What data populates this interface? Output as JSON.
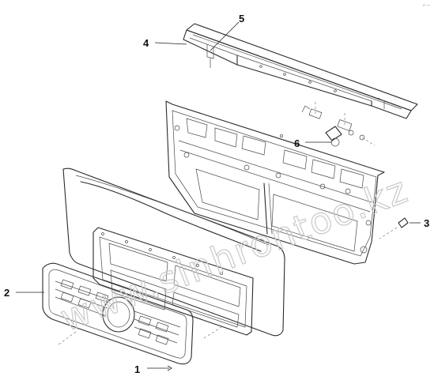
{
  "watermark": {
    "text": "www.sinhrontoo.kz"
  },
  "corner_mark": "⌐ ‒",
  "callouts": [
    {
      "id": "1",
      "label": "1"
    },
    {
      "id": "2",
      "label": "2"
    },
    {
      "id": "3",
      "label": "3"
    },
    {
      "id": "4",
      "label": "4"
    },
    {
      "id": "5",
      "label": "5"
    },
    {
      "id": "6",
      "label": "6"
    }
  ]
}
